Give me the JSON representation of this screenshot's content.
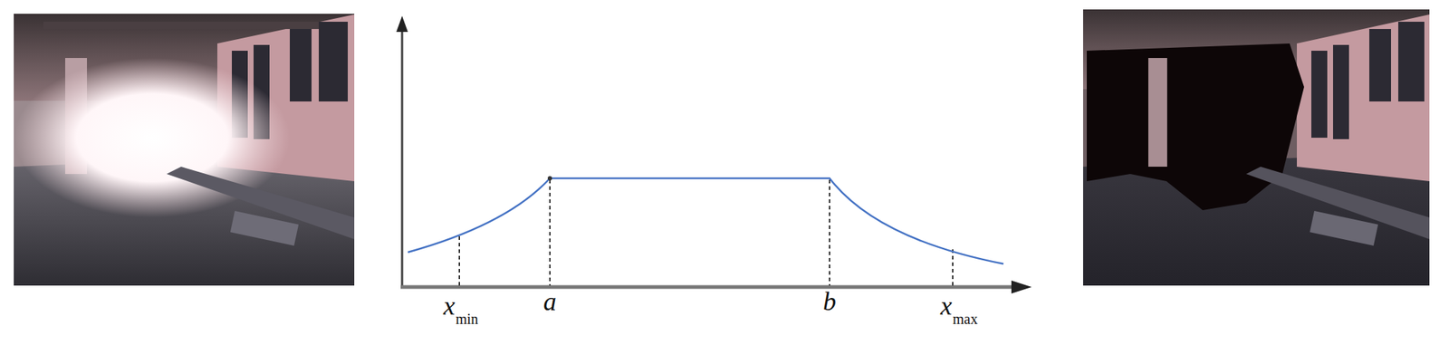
{
  "diagram": {
    "labels": [
      "x",
      "min",
      "a",
      "b",
      "x",
      "max"
    ]
  }
}
